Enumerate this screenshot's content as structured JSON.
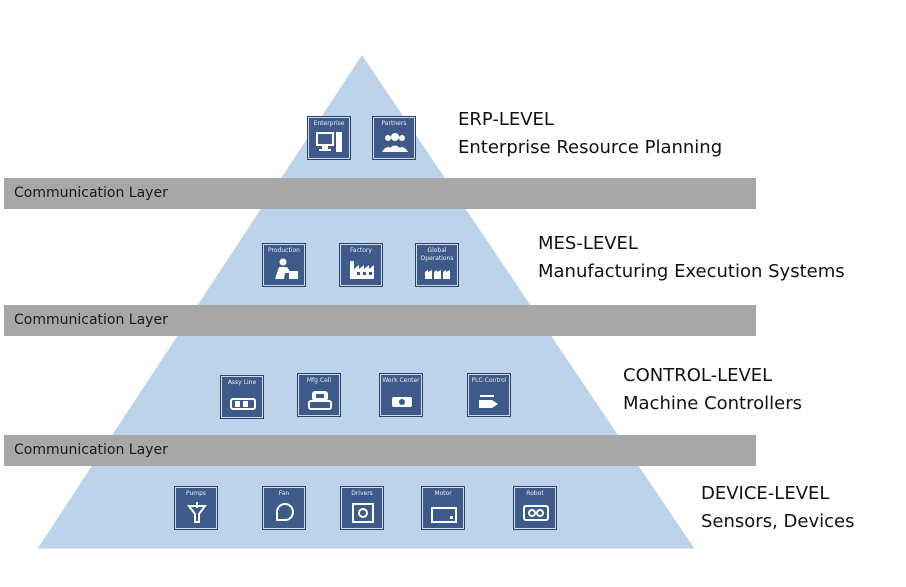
{
  "colors": {
    "pyramid_fill": "#bcd3ea",
    "band_fill": "#a7a7a7",
    "tile_fill": "#3d5a8a"
  },
  "communication_layers": [
    "Communication Layer",
    "Communication Layer",
    "Communication Layer"
  ],
  "levels": [
    {
      "title": "ERP-LEVEL",
      "subtitle": "Enterprise Resource Planning",
      "tiles": [
        {
          "label": "Enterprise",
          "icon": "computer-icon"
        },
        {
          "label": "Partners",
          "icon": "people-icon"
        }
      ]
    },
    {
      "title": "MES-LEVEL",
      "subtitle": "Manufacturing Execution Systems",
      "tiles": [
        {
          "label": "Production",
          "icon": "worker-icon"
        },
        {
          "label": "Factory",
          "icon": "factory-icon"
        },
        {
          "label": "Global Operations",
          "icon": "global-operations-icon"
        }
      ]
    },
    {
      "title": "CONTROL-LEVEL",
      "subtitle": "Machine Controllers",
      "tiles": [
        {
          "label": "Assy Line",
          "icon": "assembly-line-icon"
        },
        {
          "label": "Mfg Cell",
          "icon": "manufacturing-cell-icon"
        },
        {
          "label": "Work Center",
          "icon": "work-center-icon"
        },
        {
          "label": "PLC-Control",
          "icon": "plc-control-icon"
        }
      ]
    },
    {
      "title": "DEVICE-LEVEL",
      "subtitle": "Sensors, Devices",
      "tiles": [
        {
          "label": "Pumps",
          "icon": "pump-icon"
        },
        {
          "label": "Fan",
          "icon": "fan-icon"
        },
        {
          "label": "Drivers",
          "icon": "driver-icon"
        },
        {
          "label": "Motor",
          "icon": "motor-icon"
        },
        {
          "label": "Robot",
          "icon": "robot-icon"
        }
      ]
    }
  ]
}
